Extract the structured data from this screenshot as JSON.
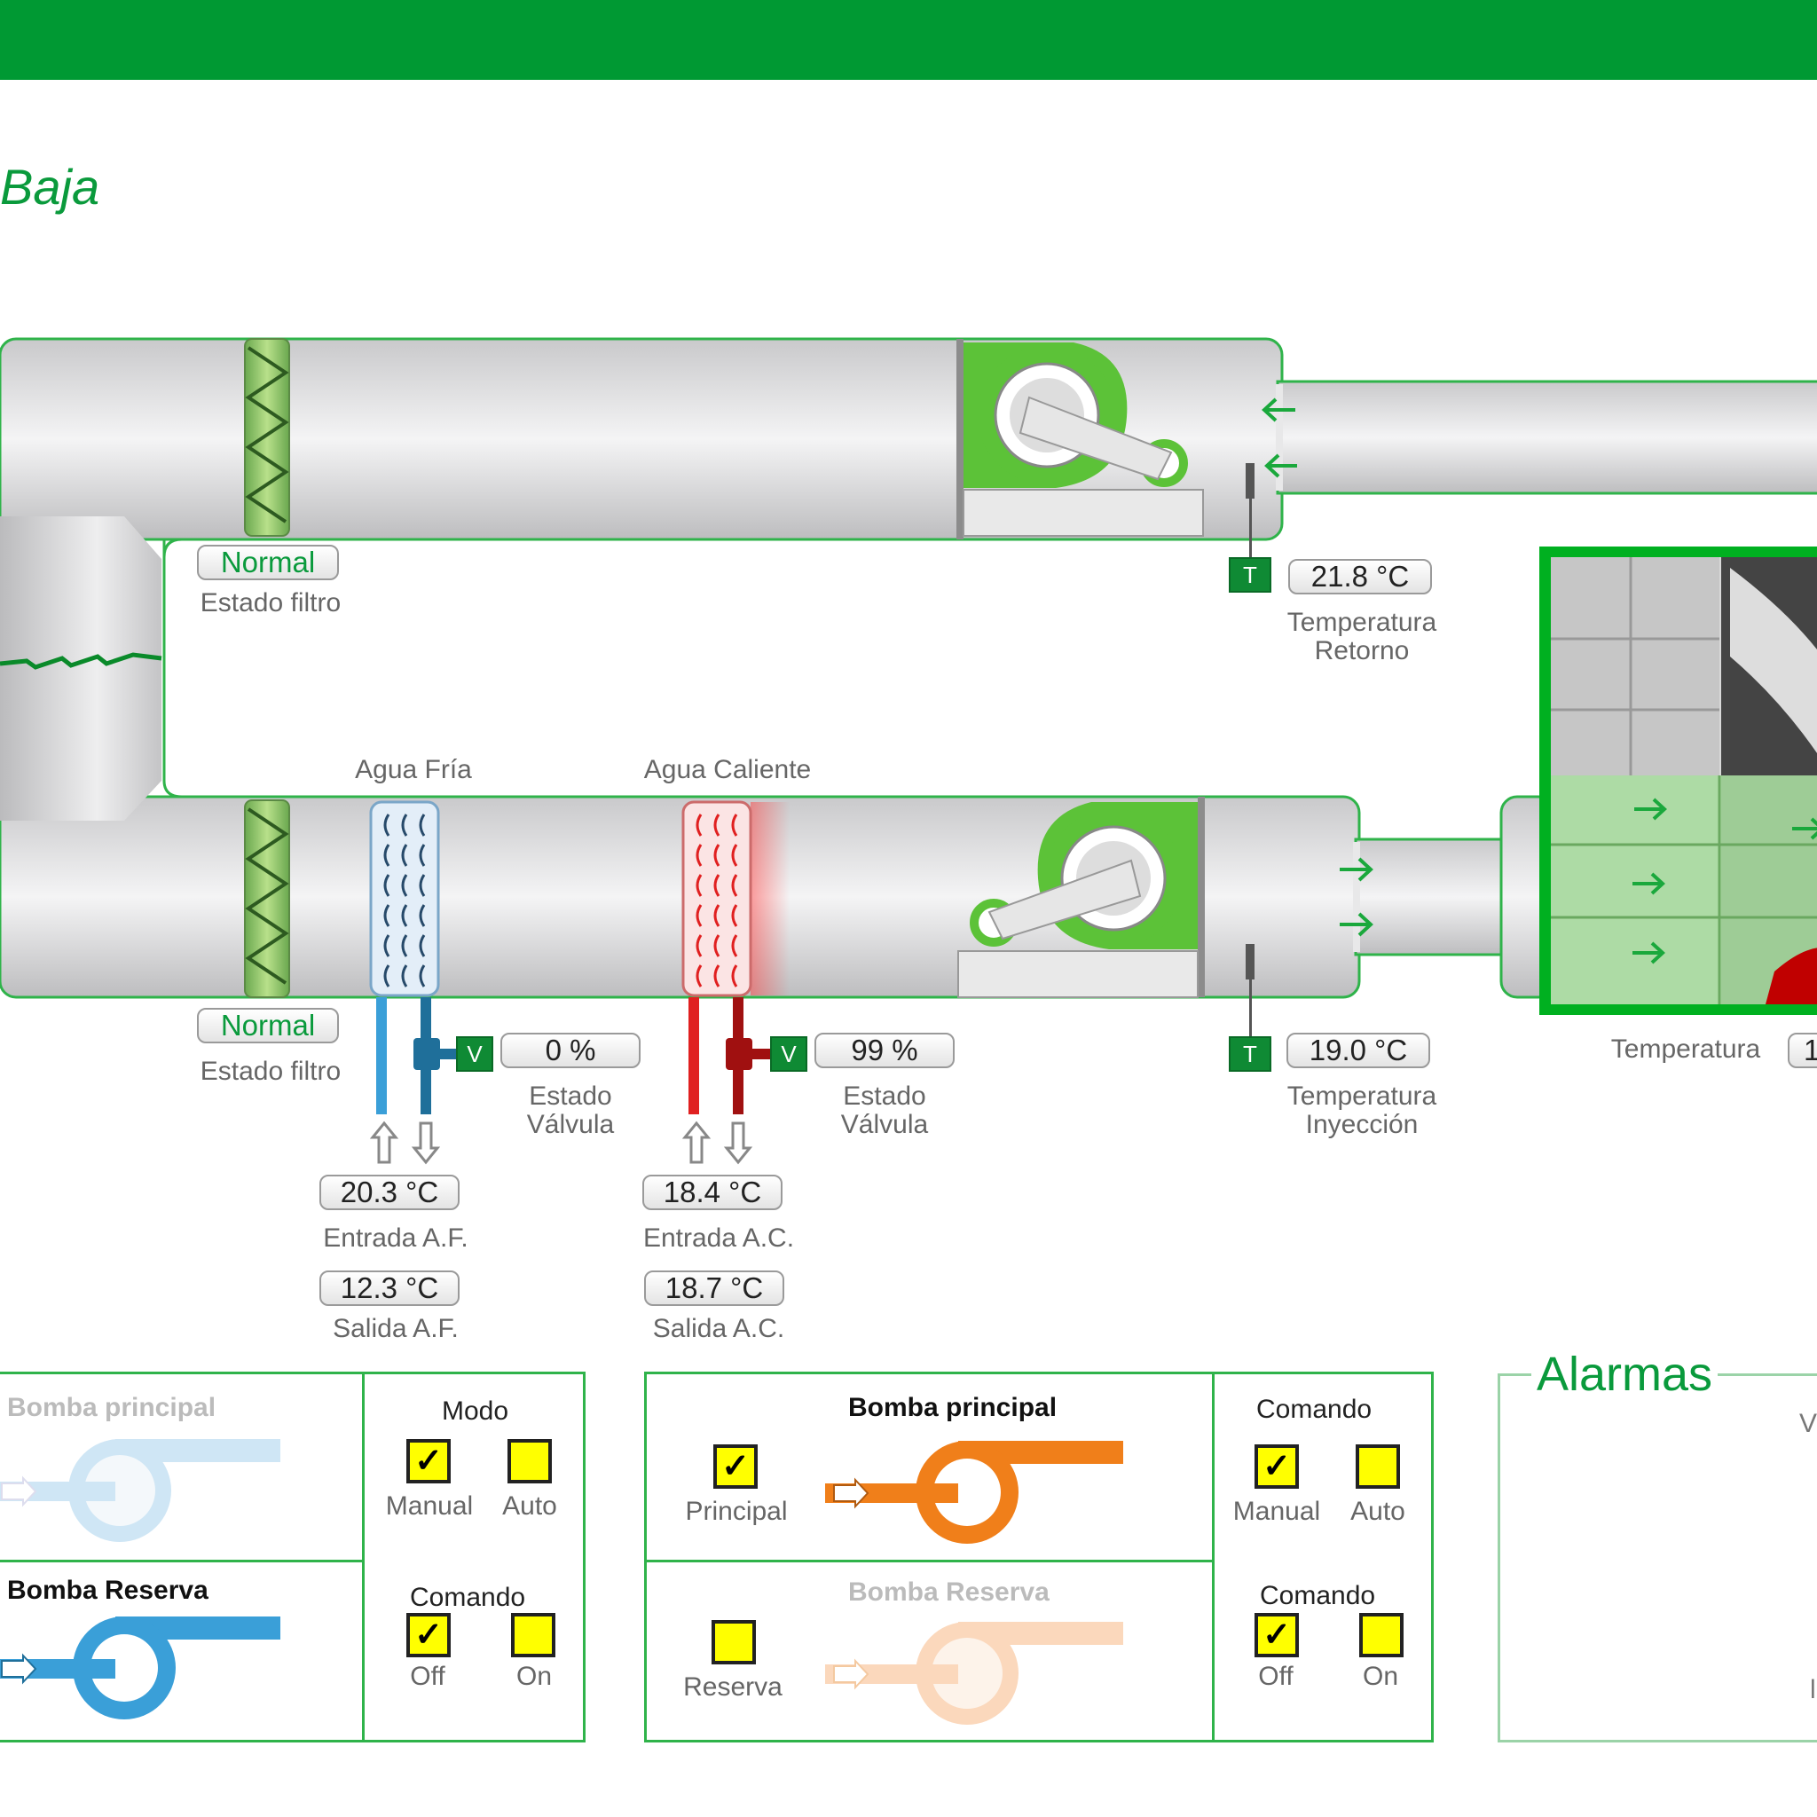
{
  "header": {
    "title": "Baja"
  },
  "filters": {
    "top": {
      "status": "Normal",
      "label": "Estado filtro"
    },
    "bottom": {
      "status": "Normal",
      "label": "Estado filtro"
    }
  },
  "return_air": {
    "value": "21.8 °C",
    "label": "Temperatura\nRetorno",
    "sensor_tag": "T"
  },
  "supply_air": {
    "value": "19.0 °C",
    "label": "Temperatura\nInyección",
    "sensor_tag": "T"
  },
  "cold_water": {
    "title": "Agua Fría",
    "valve_tag": "V",
    "valve_value": "0 %",
    "valve_label": "Estado\nVálvula",
    "inlet_value": "20.3 °C",
    "inlet_label": "Entrada A.F.",
    "outlet_value": "12.3 °C",
    "outlet_label": "Salida A.F."
  },
  "hot_water": {
    "title": "Agua Caliente",
    "valve_tag": "V",
    "valve_value": "99 %",
    "valve_label": "Estado\nVálvula",
    "inlet_value": "18.4 °C",
    "inlet_label": "Entrada A.C.",
    "outlet_value": "18.7 °C",
    "outlet_label": "Salida A.C."
  },
  "room": {
    "label": "Temperatura",
    "value": "1"
  },
  "cold_pumps": {
    "main_label": "Bomba principal",
    "reserve_label": "Bomba Reserva",
    "mode_title": "Modo",
    "manual_label": "Manual",
    "auto_label": "Auto",
    "command_title": "Comando",
    "off_label": "Off",
    "on_label": "On",
    "checkmark": "✓"
  },
  "hot_pumps": {
    "main_label": "Bomba principal",
    "reserve_label": "Bomba Reserva",
    "principal_label": "Principal",
    "reserva_label": "Reserva",
    "command_title": "Comando",
    "manual_label": "Manual",
    "auto_label": "Auto",
    "command2_title": "Comando",
    "off_label": "Off",
    "on_label": "On",
    "checkmark": "✓"
  },
  "alarms": {
    "title": "Alarmas",
    "edge_text": "V",
    "edge_text2": "l"
  },
  "colors": {
    "brand": "#009933",
    "duct_outline": "#2fb34a",
    "cold": "#3a9fd8",
    "hot": "#d42020",
    "pump_hot": "#f07f1a",
    "checkbox": "#ffff00"
  }
}
